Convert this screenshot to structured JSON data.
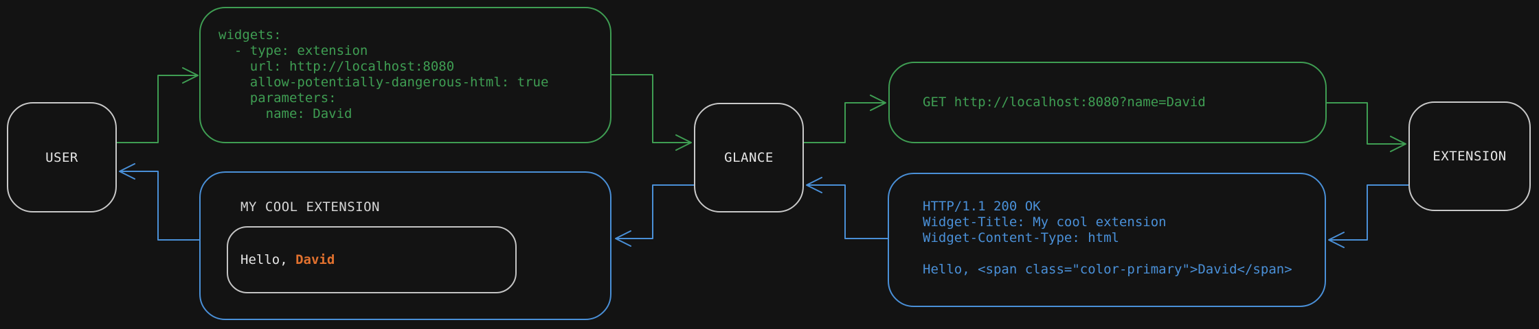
{
  "diagram": {
    "title_none": "",
    "background_color": "#131313",
    "colors": {
      "request_flow": "#3f9e53",
      "response_flow": "#4a90d8",
      "primary_accent": "#e2712e",
      "node_border": "#c9c9c9",
      "text": "#e6e6e6"
    },
    "nodes": [
      {
        "id": "user",
        "label": "USER"
      },
      {
        "id": "glance",
        "label": "GLANCE"
      },
      {
        "id": "extension",
        "label": "EXTENSION"
      }
    ],
    "blocks": {
      "config": {
        "text": "widgets:\n  - type: extension\n    url: http://localhost:8080\n    allow-potentially-dangerous-html: true\n    parameters:\n      name: David"
      },
      "request": {
        "text": "GET http://localhost:8080?name=David"
      },
      "response": {
        "text": "HTTP/1.1 200 OK\nWidget-Title: My cool extension\nWidget-Content-Type: html\n\nHello, <span class=\"color-primary\">David</span>"
      },
      "widget": {
        "title": "MY COOL EXTENSION",
        "greeting_prefix": "Hello, ",
        "greeting_name": "David"
      }
    },
    "flows": [
      {
        "name": "request",
        "color": "#3f9e53",
        "direction": "left-to-right"
      },
      {
        "name": "response",
        "color": "#4a90d8",
        "direction": "right-to-left"
      }
    ]
  }
}
